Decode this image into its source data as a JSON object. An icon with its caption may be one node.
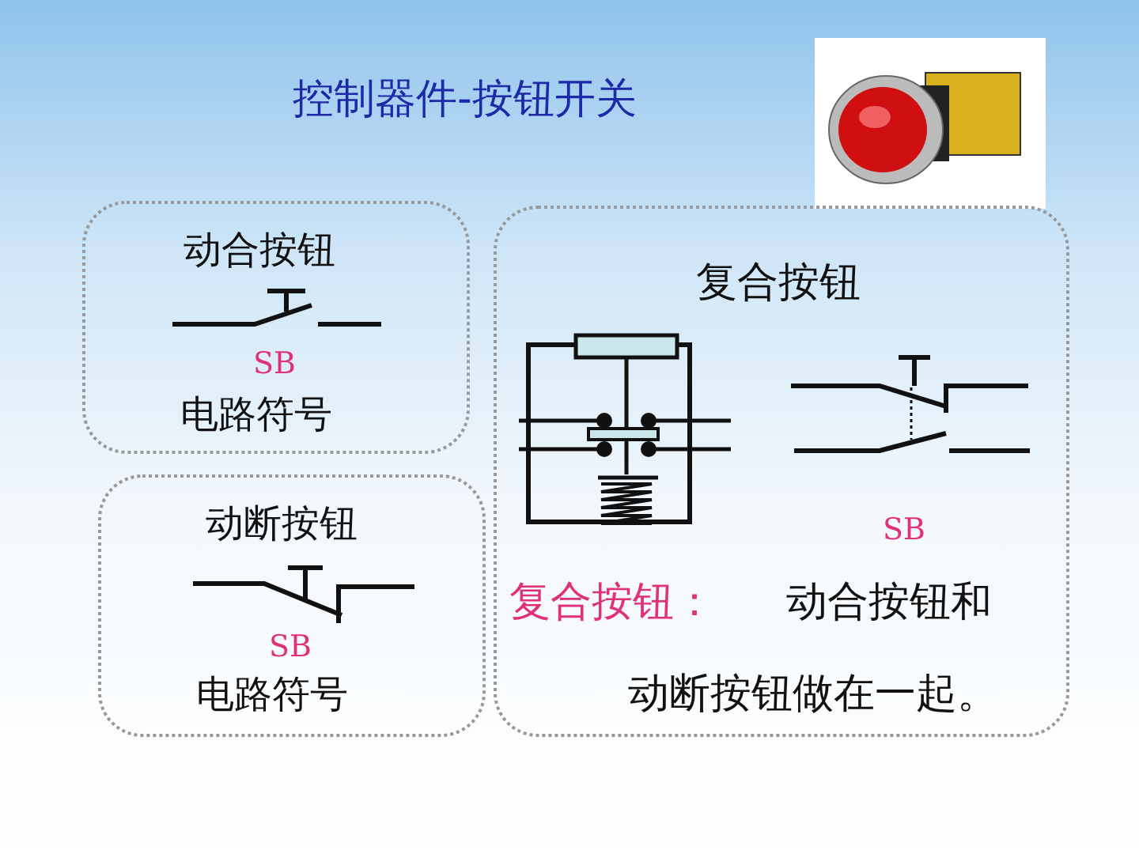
{
  "diagram": {
    "title": "控制器件-按钮开关",
    "nodes": [
      {
        "text": [
          "动合按钮",
          "SB",
          "电路符号"
        ]
      },
      {
        "text": [
          "动断按钮",
          "SB",
          "电路符号"
        ]
      },
      {
        "text": [
          "复合按钮",
          "SB",
          "复合按钮：",
          "动合按钮和动断按钮做在一起。"
        ]
      }
    ]
  }
}
